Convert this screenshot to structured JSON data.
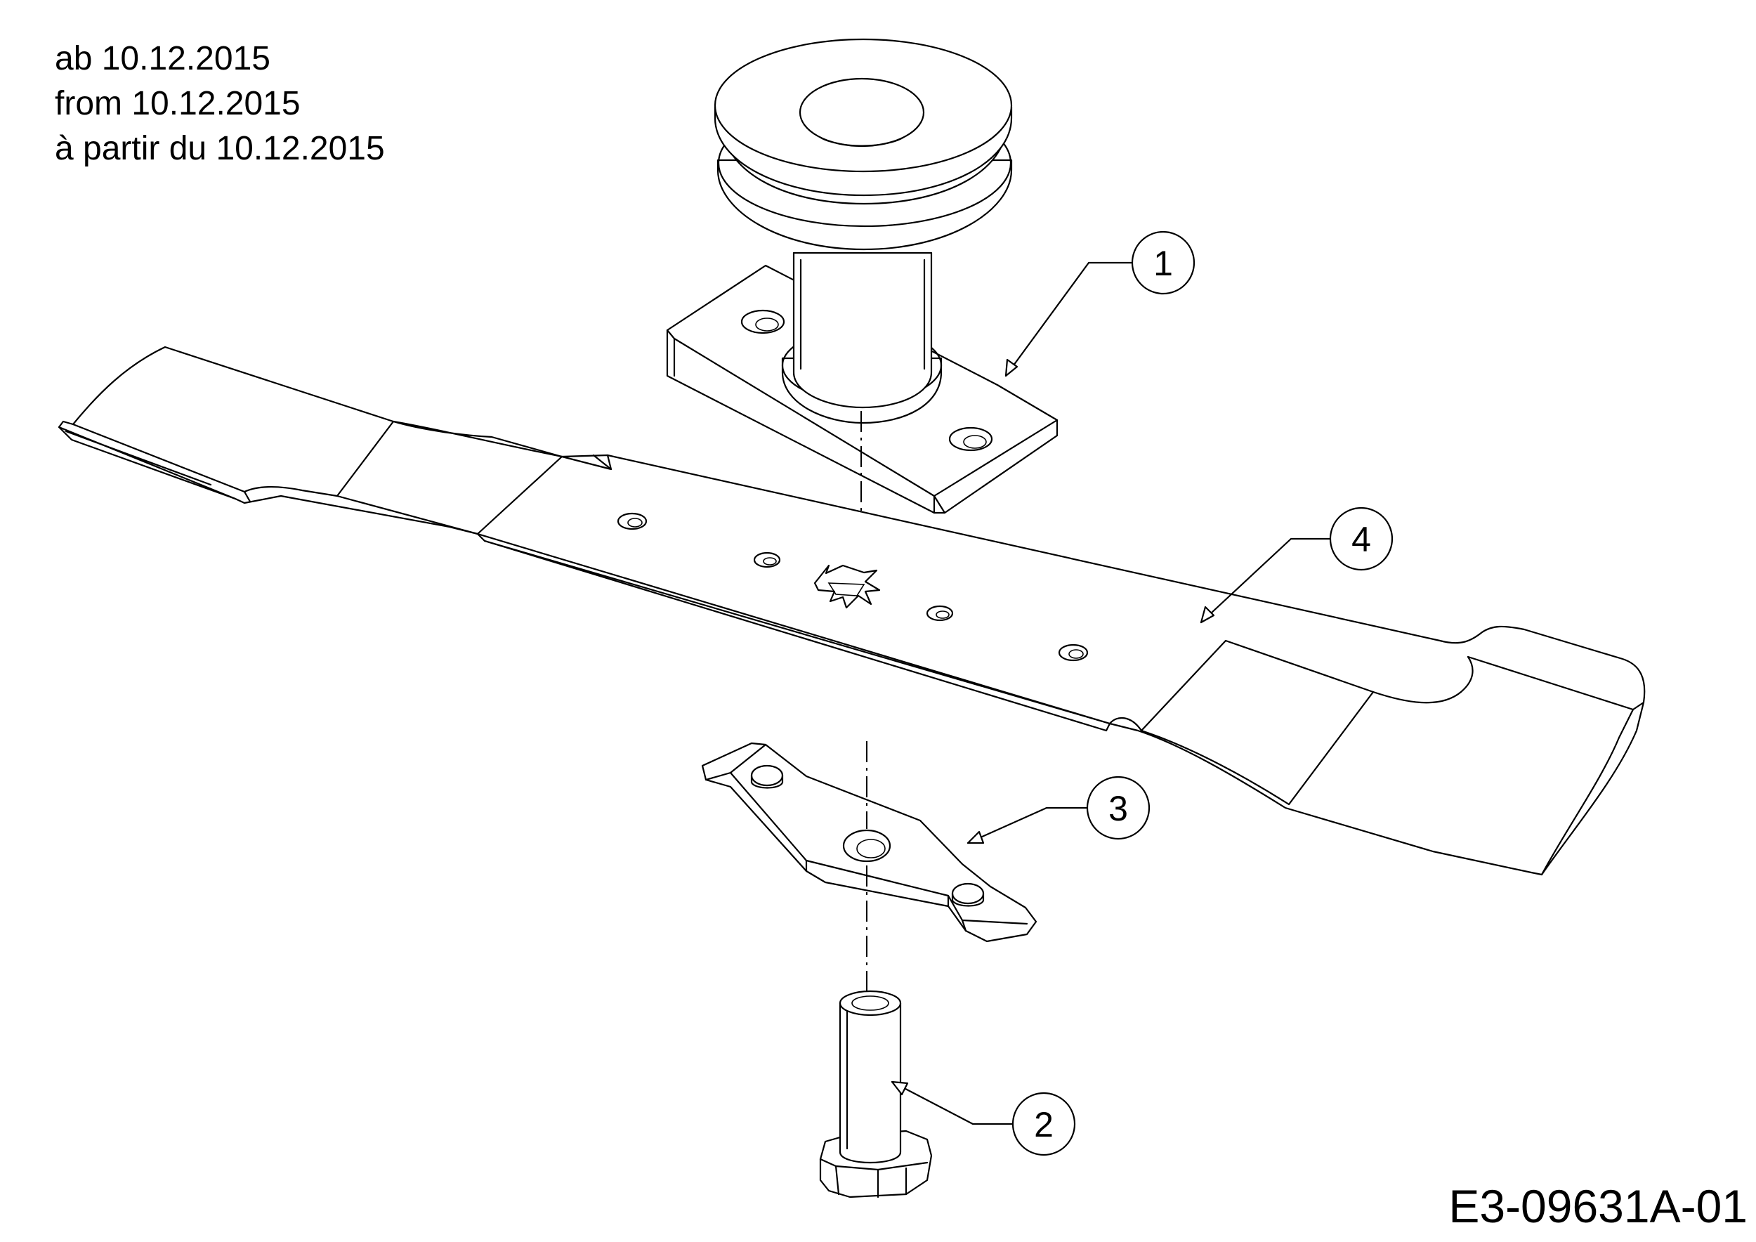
{
  "header": {
    "date_lines": [
      "ab 10.12.2015",
      "from 10.12.2015",
      "à partir du 10.12.2015"
    ]
  },
  "document_code": "E3-09631A-01",
  "callouts": [
    {
      "id": "callout-1",
      "label": "1"
    },
    {
      "id": "callout-2",
      "label": "2"
    },
    {
      "id": "callout-3",
      "label": "3"
    },
    {
      "id": "callout-4",
      "label": "4"
    }
  ]
}
